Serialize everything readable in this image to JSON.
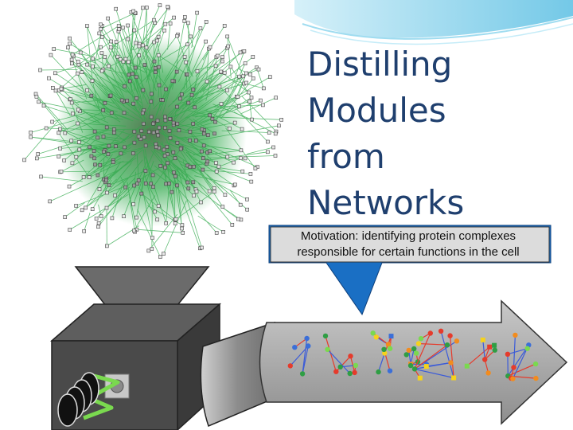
{
  "slide": {
    "title_lines": [
      "Distilling",
      "Modules",
      "from",
      "Networks"
    ],
    "callout": "Motivation: identifying protein complexes responsible for certain functions in the cell"
  },
  "colors": {
    "title": "#1f3f6e",
    "network_edges": "#2fa84a",
    "callout_fill": "#1a6fc4",
    "box": "#4a4a4a",
    "arrow_fill": "#b0b0b0",
    "wave": "#7fd0ea"
  },
  "icons": [
    "protein-network-hairball",
    "funnel",
    "machine-box",
    "crank-handle",
    "gray-arrow",
    "module-glyphs"
  ]
}
